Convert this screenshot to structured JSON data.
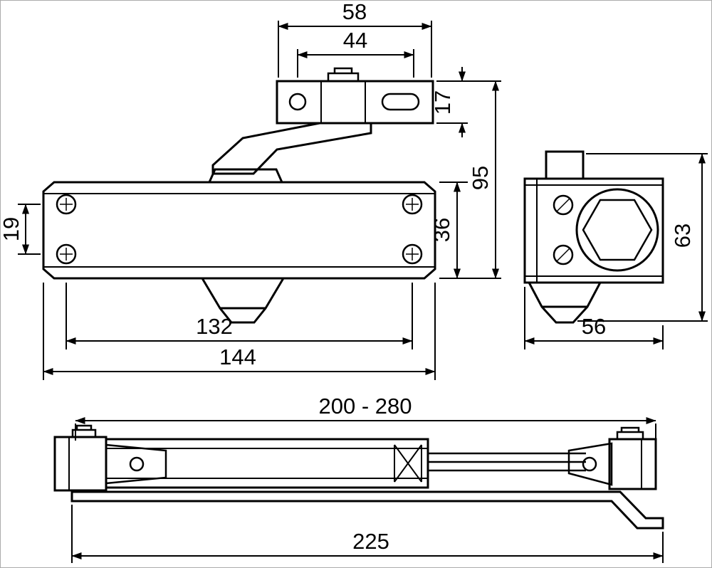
{
  "drawing": {
    "background": "#ffffff",
    "line_color": "#000000",
    "views": {
      "front": {
        "dims": {
          "bracket_width": "58",
          "bracket_hole_span": "44",
          "bracket_height": "17",
          "overall_height": "95",
          "body_height": "36",
          "hole_spacing": "19",
          "hole_span": "132",
          "body_length": "144"
        }
      },
      "side": {
        "dims": {
          "height": "63",
          "width": "56"
        }
      },
      "arm": {
        "dims": {
          "adjustable_range": "200 - 280",
          "plate_length": "225"
        }
      }
    }
  }
}
